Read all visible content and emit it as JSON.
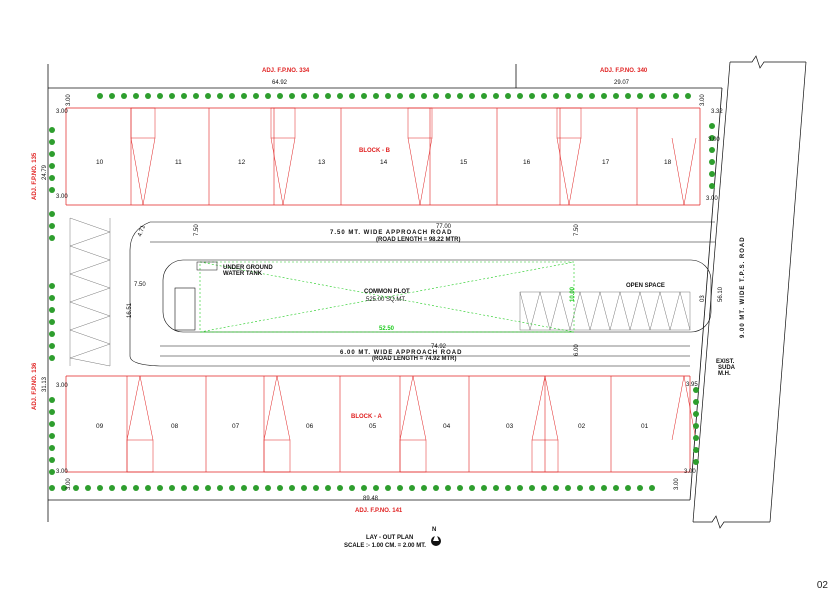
{
  "adjacent": {
    "top_left": "ADJ. F.P.NO. 334",
    "top_right": "ADJ. F.P.NO. 340",
    "left_upper": "ADJ. F.P.NO. 135",
    "left_lower": "ADJ. F.P.NO. 136",
    "bottom": "ADJ. F.P.NO. 141"
  },
  "blocks": {
    "b_label": "BLOCK - B",
    "a_label": "BLOCK - A",
    "b_units": [
      "10",
      "11",
      "12",
      "13",
      "14",
      "15",
      "16",
      "17",
      "18"
    ],
    "a_units": [
      "09",
      "08",
      "07",
      "06",
      "05",
      "04",
      "03",
      "02",
      "01"
    ]
  },
  "roads": {
    "upper_title": "7.50 MT. WIDE APPROACH ROAD",
    "upper_length": "(ROAD LENGTH = 98.22 MTR)",
    "lower_title": "6.00 MT. WIDE APPROACH ROAD",
    "lower_length": "(ROAD LENGTH = 74.92 MTR)",
    "tps_road": "9.00 MT. WIDE T.P.S. ROAD"
  },
  "labels": {
    "water_tank": [
      "UNDER GROUND",
      "WATER TANK"
    ],
    "common_plot": [
      "COMMON PLOT",
      "525.00 SQ.MT."
    ],
    "open_space": "OPEN SPACE",
    "exist": [
      "EXIST.",
      "SUDA",
      "M.H."
    ]
  },
  "dimensions": {
    "top_left_len": "64.92",
    "top_right_len": "29.07",
    "bottom_len": "89.48",
    "left_upper": "24.79",
    "left_lower": "31.13",
    "right_side": "56.10",
    "upper_road_len": "77.00",
    "lower_road_len": "74.92",
    "road_w1": "7.50",
    "road_w2": "7.50",
    "road_w3": "7.50",
    "inner_h": "16.51",
    "corner": "4.71",
    "cp_len": "52.50",
    "cp_w": "10.00",
    "lower_w": "6.00",
    "right_w": "03",
    "margin_tl": "3.00",
    "margin_tl2": "3.00",
    "margin_tr": "3.00",
    "margin_tr2": "3.32",
    "margin_r1": "3.00",
    "margin_r2": "3.00",
    "margin_l1": "3.00",
    "margin_l2": "3.00",
    "margin_bl": "3.00",
    "margin_bl2": "3.00",
    "margin_br": "3.00",
    "margin_br2": "3.00",
    "margin_r3": "3.95"
  },
  "title_block": {
    "north": "N",
    "title": "LAY - OUT PLAN",
    "scale": "SCALE :- 1.00 CM. = 2.00 MT."
  },
  "page_number": "02",
  "colors": {
    "plot_line": "#e02020",
    "tree": "#2e9e2e",
    "common_plot": "#22cc22",
    "ink": "#111111"
  }
}
